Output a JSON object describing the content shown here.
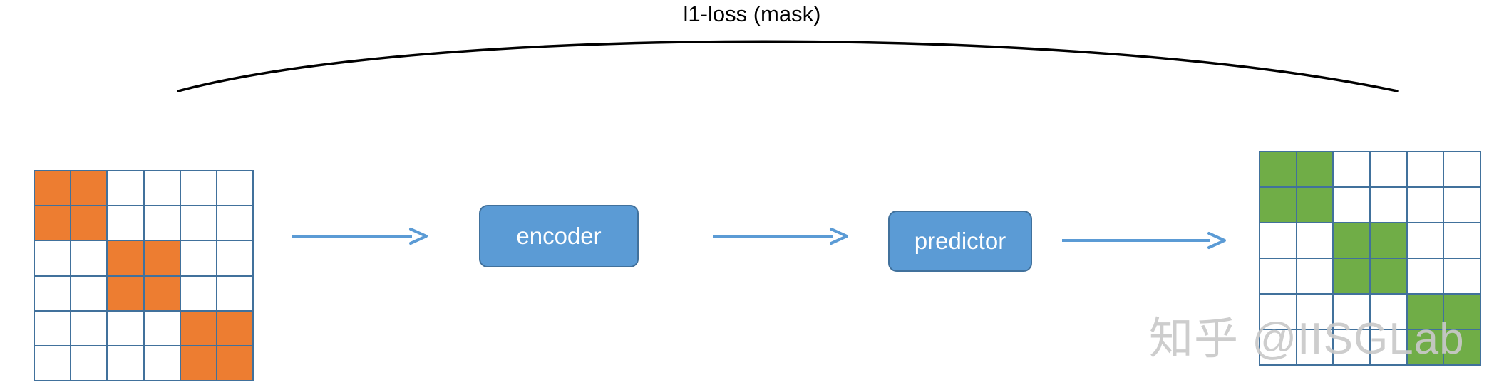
{
  "figure": {
    "title": "l1-loss (mask)",
    "watermark": "知乎 @IISGLab"
  },
  "colors": {
    "grid_line": "#41719C",
    "input_fill": "#ED7D31",
    "output_fill": "#70AD47",
    "module_fill": "#5B9BD5",
    "module_border": "#41719C",
    "arrow": "#5B9BD5",
    "arc": "#000000",
    "watermark": "#c9c9c9"
  },
  "modules": [
    {
      "id": "encoder",
      "label": "encoder"
    },
    {
      "id": "predictor",
      "label": "predictor"
    }
  ],
  "arrows": [
    {
      "id": "arrow-1",
      "from": "input-grid",
      "to": "encoder"
    },
    {
      "id": "arrow-2",
      "from": "encoder",
      "to": "predictor"
    },
    {
      "id": "arrow-3",
      "from": "predictor",
      "to": "output-grid"
    }
  ],
  "grids": {
    "input": {
      "name": "masked-input-matrix",
      "rows": 6,
      "cols": 6,
      "fill_color": "#ED7D31",
      "cells": [
        [
          1,
          1,
          0,
          0,
          0,
          0
        ],
        [
          1,
          1,
          0,
          0,
          0,
          0
        ],
        [
          0,
          0,
          1,
          1,
          0,
          0
        ],
        [
          0,
          0,
          1,
          1,
          0,
          0
        ],
        [
          0,
          0,
          0,
          0,
          1,
          1
        ],
        [
          0,
          0,
          0,
          0,
          1,
          1
        ]
      ]
    },
    "output": {
      "name": "predicted-output-matrix",
      "rows": 6,
      "cols": 6,
      "fill_color": "#70AD47",
      "cells": [
        [
          1,
          1,
          0,
          0,
          0,
          0
        ],
        [
          1,
          1,
          0,
          0,
          0,
          0
        ],
        [
          0,
          0,
          1,
          1,
          0,
          0
        ],
        [
          0,
          0,
          1,
          1,
          0,
          0
        ],
        [
          0,
          0,
          0,
          0,
          1,
          1
        ],
        [
          0,
          0,
          0,
          0,
          1,
          1
        ]
      ]
    }
  }
}
